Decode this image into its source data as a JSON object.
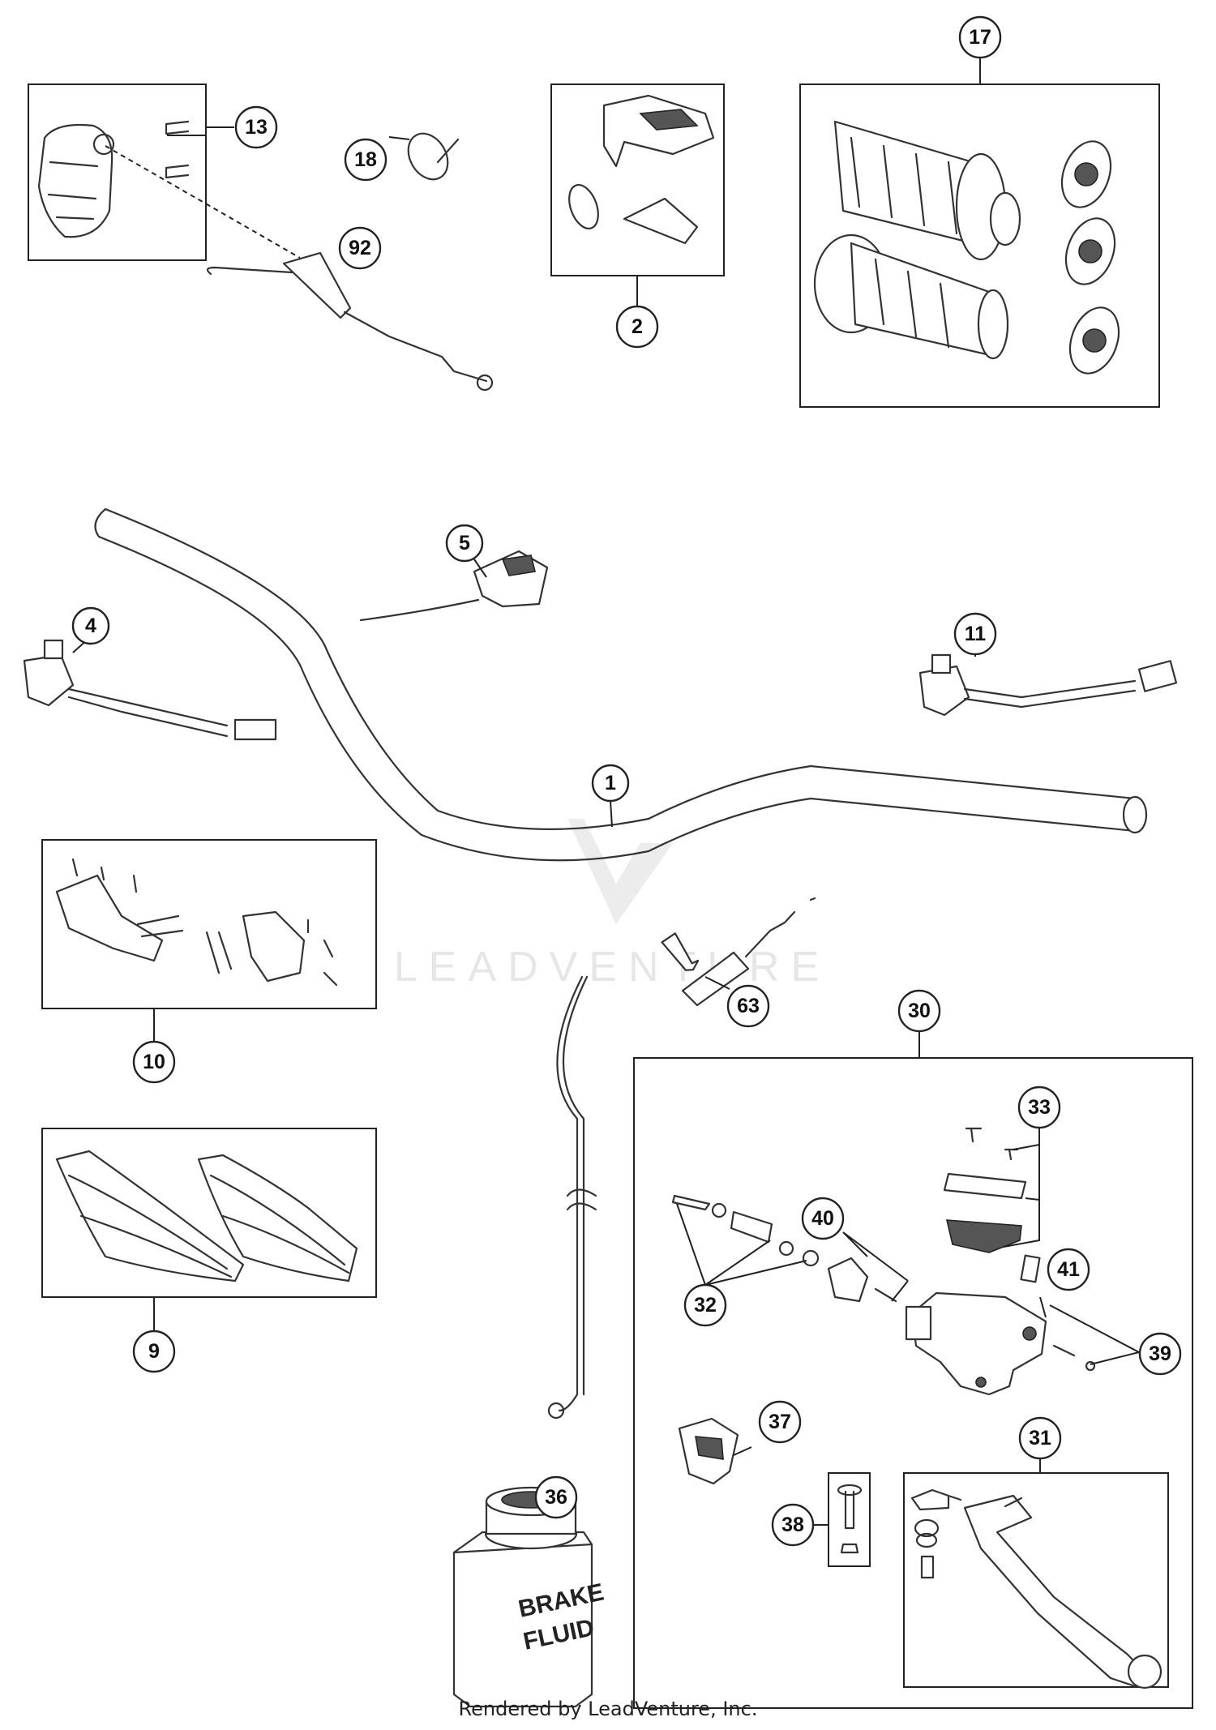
{
  "diagram": {
    "callouts": [
      "1",
      "2",
      "4",
      "5",
      "9",
      "10",
      "11",
      "13",
      "17",
      "18",
      "30",
      "31",
      "32",
      "33",
      "36",
      "37",
      "38",
      "39",
      "40",
      "41",
      "63",
      "92"
    ],
    "can_label_line1": "BRAKE",
    "can_label_line2": "FLUID",
    "watermark": "LEADVENTURE",
    "credit": "Rendered by LeadVenture, Inc."
  }
}
